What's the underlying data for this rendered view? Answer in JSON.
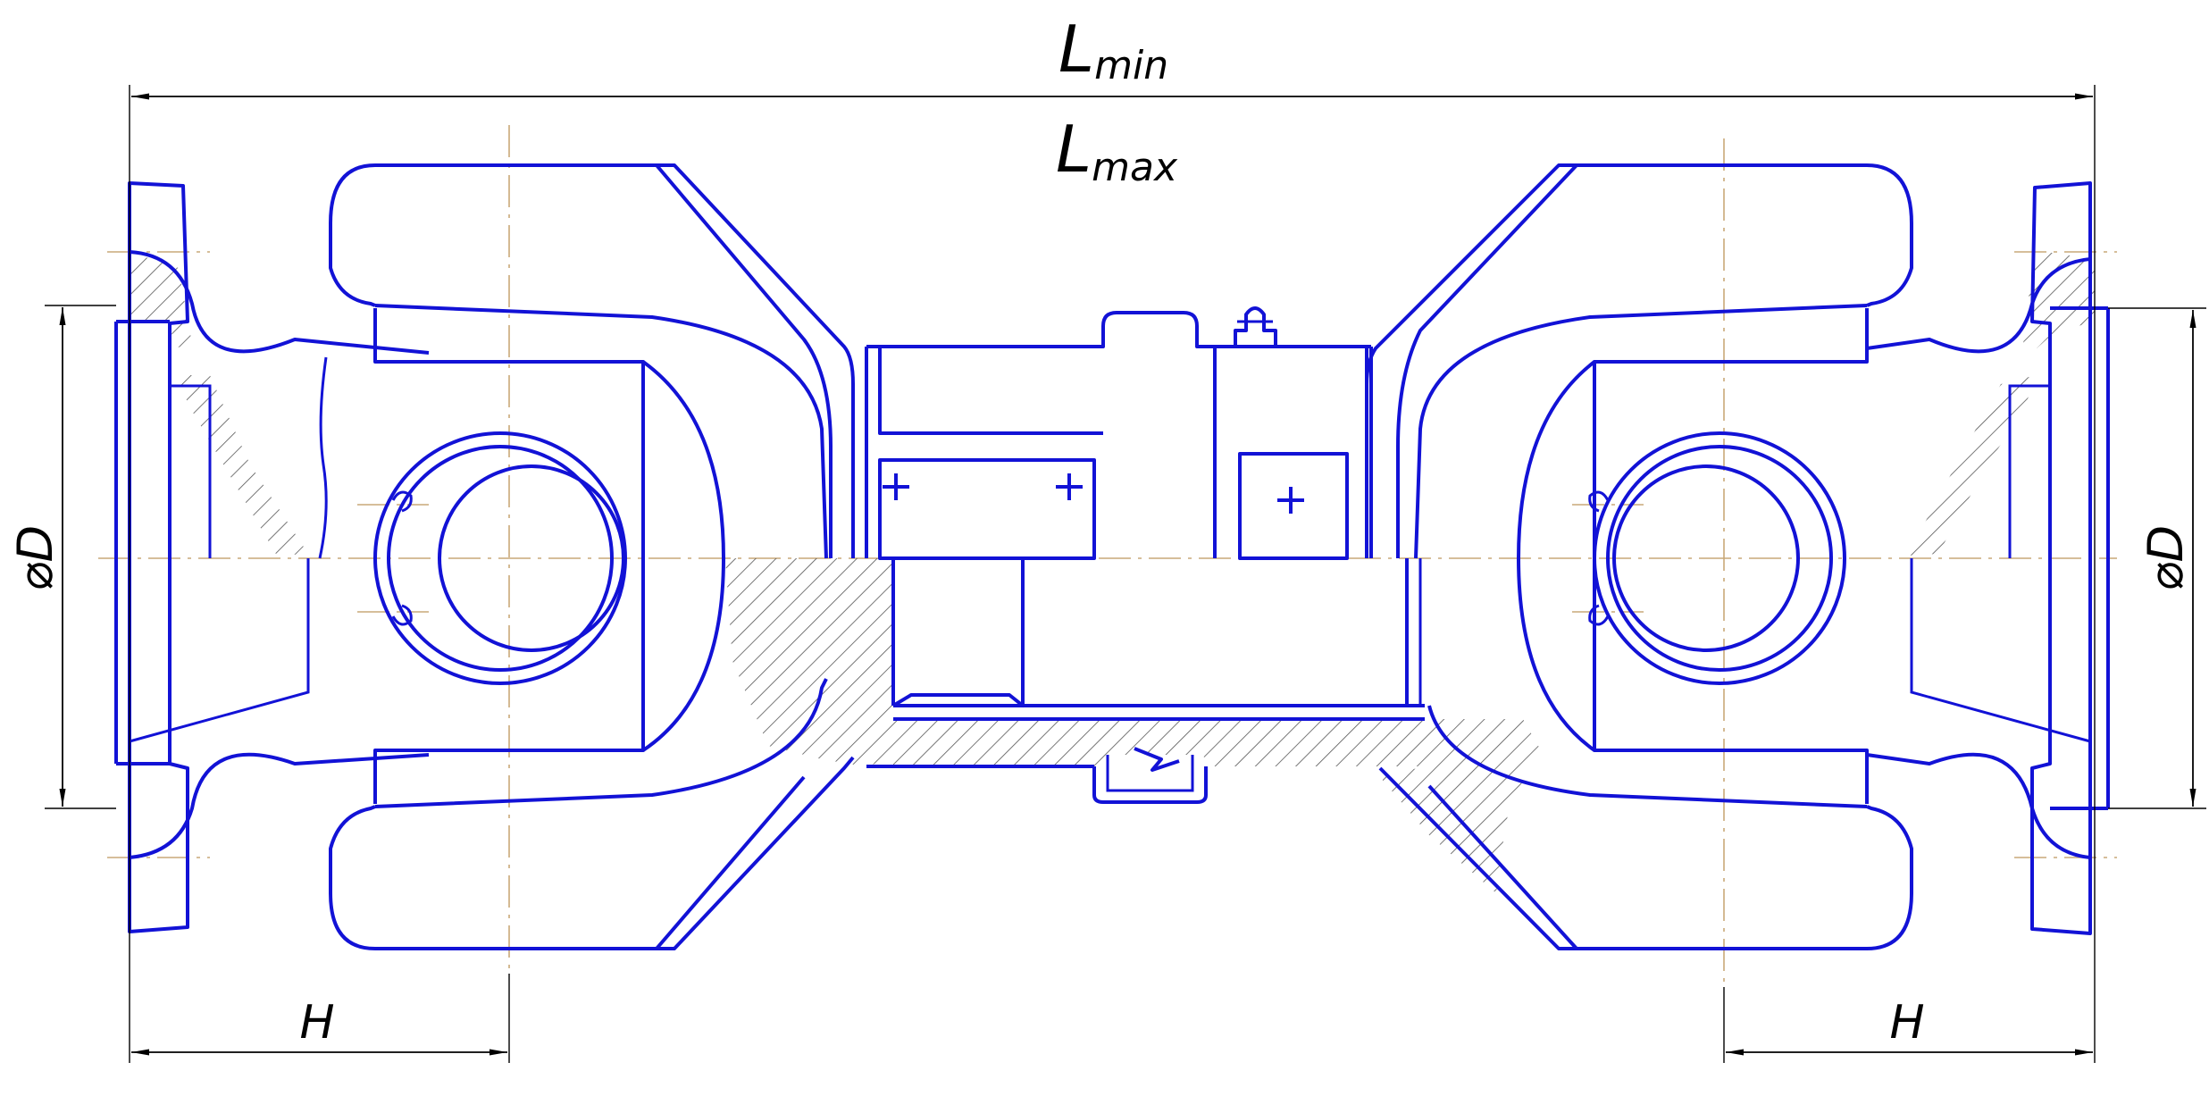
{
  "dimensions": {
    "overall_length_min": {
      "main": "L",
      "sub": "min"
    },
    "overall_length_max": {
      "main": "L",
      "sub": "max"
    },
    "flange_diameter_left": "⌀D",
    "flange_diameter_right": "⌀D",
    "yoke_offset_left": "H",
    "yoke_offset_right": "H"
  },
  "colors": {
    "outline": "#1212d6",
    "dimension": "#000000",
    "centerline": "#c9a878",
    "hatch": "#555555"
  }
}
